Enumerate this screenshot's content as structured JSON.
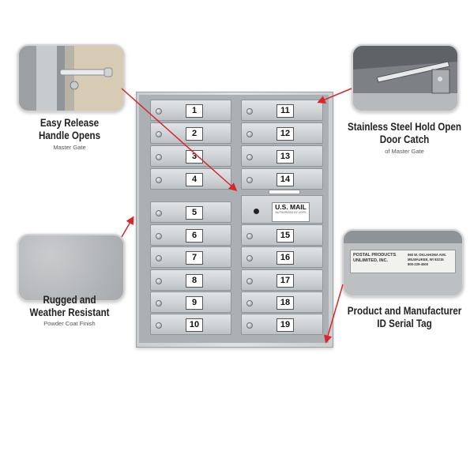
{
  "callouts": {
    "handle": {
      "title_line1": "Easy Release",
      "title_line2": "Handle Opens",
      "subtitle": "Master Gate"
    },
    "catch": {
      "title_line1": "Stainless Steel Hold Open",
      "title_line2": "Door Catch",
      "subtitle": "of Master Gate"
    },
    "finish": {
      "title_line1": "Rugged and",
      "title_line2": "Weather Resistant",
      "subtitle": "Powder Coat Finish"
    },
    "tag": {
      "title_line1": "Product and Manufacturer",
      "title_line2": "ID Serial Tag",
      "plate_line1": "POSTAL PRODUCTS",
      "plate_line2": "UNLIMITED, INC.",
      "plate_addr1": "960 W. OKLAHOMA AVE.",
      "plate_addr2": "MILWAUKEE, WI 53215",
      "plate_phone": "800-229-4500"
    }
  },
  "mailbox": {
    "left_column": [
      "1",
      "2",
      "3",
      "4",
      "5",
      "6",
      "7",
      "8",
      "9",
      "10"
    ],
    "right_column": [
      "11",
      "12",
      "13",
      "14",
      "15",
      "16",
      "17",
      "18",
      "19"
    ],
    "parcel_label": "U.S. MAIL",
    "parcel_sublabel": "AUTHORIZED BY USPS"
  },
  "colors": {
    "arrow": "#d9262b",
    "metal": "#cfd3d6",
    "text": "#222222"
  }
}
